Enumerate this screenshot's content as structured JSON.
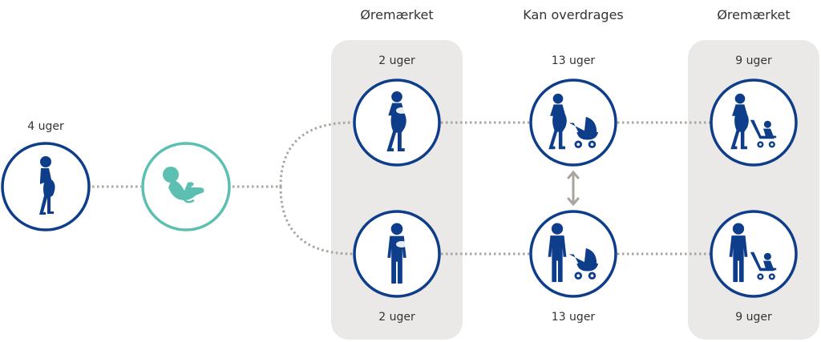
{
  "colors": {
    "primary": "#0e3d8a",
    "teal": "#5cbfb1",
    "panel": "#ebe9e7",
    "connector": "#a9a49e"
  },
  "pregnancy": {
    "label": "4 uger",
    "icon": "pregnant-woman-icon"
  },
  "birth": {
    "icon": "baby-icon"
  },
  "columns": [
    {
      "header": "Øremærket",
      "top_label": "2 uger",
      "bottom_label": "2 uger",
      "top_icon": "mother-holding-baby-icon",
      "bottom_icon": "father-holding-baby-icon"
    },
    {
      "header": "Kan overdrages",
      "top_label": "13 uger",
      "bottom_label": "13 uger",
      "top_icon": "mother-with-pram-icon",
      "bottom_icon": "father-with-pram-icon",
      "connector_icon": "double-arrow-icon"
    },
    {
      "header": "Øremærket",
      "top_label": "9 uger",
      "bottom_label": "9 uger",
      "top_icon": "mother-with-stroller-icon",
      "bottom_icon": "father-with-stroller-icon"
    }
  ]
}
